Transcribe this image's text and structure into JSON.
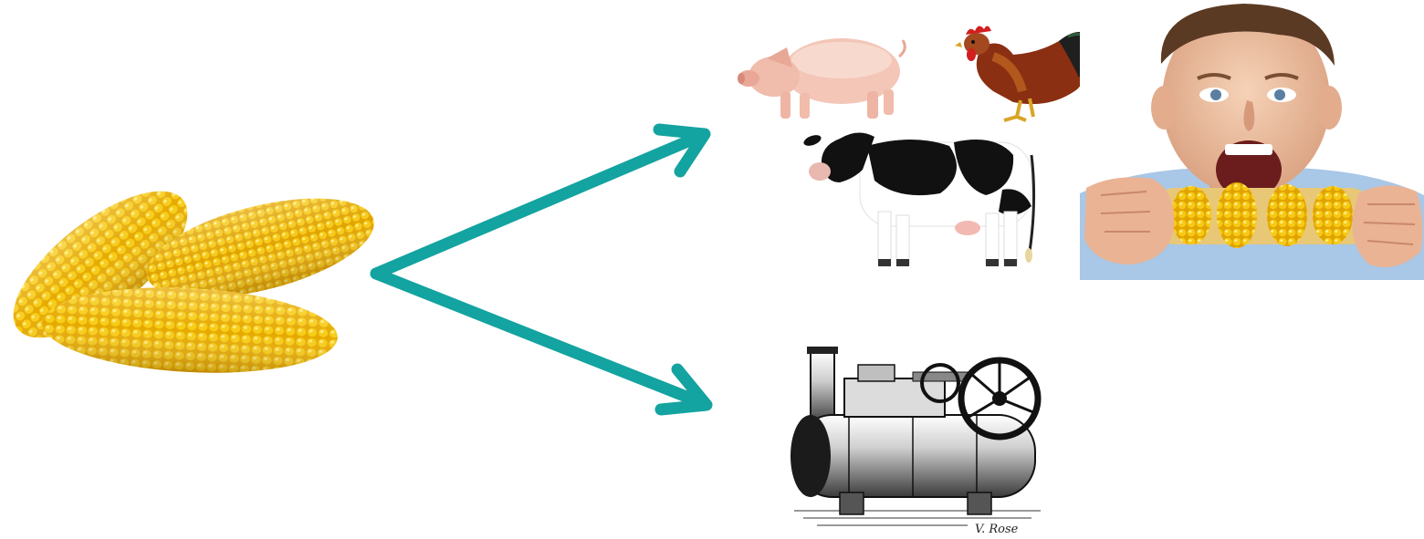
{
  "colors": {
    "arrow": "#13a3a0",
    "corn_kernel": "#f4c20d",
    "corn_light": "#ffe566",
    "corn_dark": "#d99b00",
    "pig": "#f3c6b8",
    "hen_body": "#8a2f12",
    "hen_comb": "#d21f1f",
    "cow_black": "#111111",
    "cow_white": "#ffffff",
    "shirt": "#a9c7e6",
    "skin": "#f0c3a5",
    "hair": "#5b3a24"
  },
  "diagram": {
    "source": {
      "icon": "corn-cobs"
    },
    "arrows": [
      {
        "target": "food-use",
        "icon": "arrow-up-right"
      },
      {
        "target": "industrial-use",
        "icon": "arrow-down-right"
      }
    ],
    "targets": {
      "food": {
        "icons": [
          "pig-icon",
          "rooster-icon",
          "cow-icon",
          "boy-eating-corn"
        ]
      },
      "industrial": {
        "icons": [
          "steam-engine-icon"
        ]
      }
    },
    "engraving_signature": "V. Rose"
  }
}
